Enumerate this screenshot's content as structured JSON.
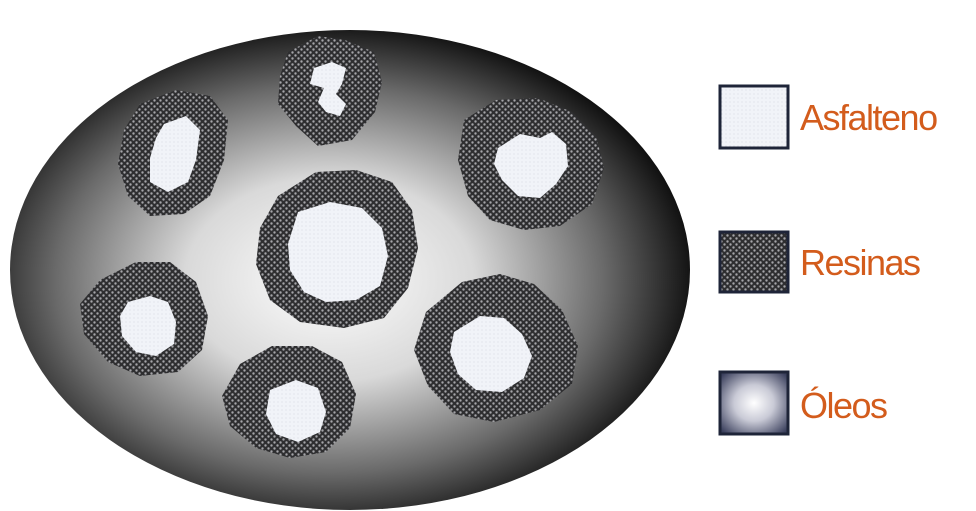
{
  "colors": {
    "label": "#d35c1c",
    "asphaltene": "#f1f3f8",
    "resin_dark": "#2e2e30",
    "resin_dot": "#a4a4a8",
    "oil_center": "#ffffff",
    "oil_edge": "#000000",
    "legend_border": "#1e2438"
  },
  "legend": [
    {
      "label": "Asfalteno",
      "swatch": "asphaltene"
    },
    {
      "label": "Resinas",
      "swatch": "resins"
    },
    {
      "label": "Óleos",
      "swatch": "oils"
    }
  ]
}
